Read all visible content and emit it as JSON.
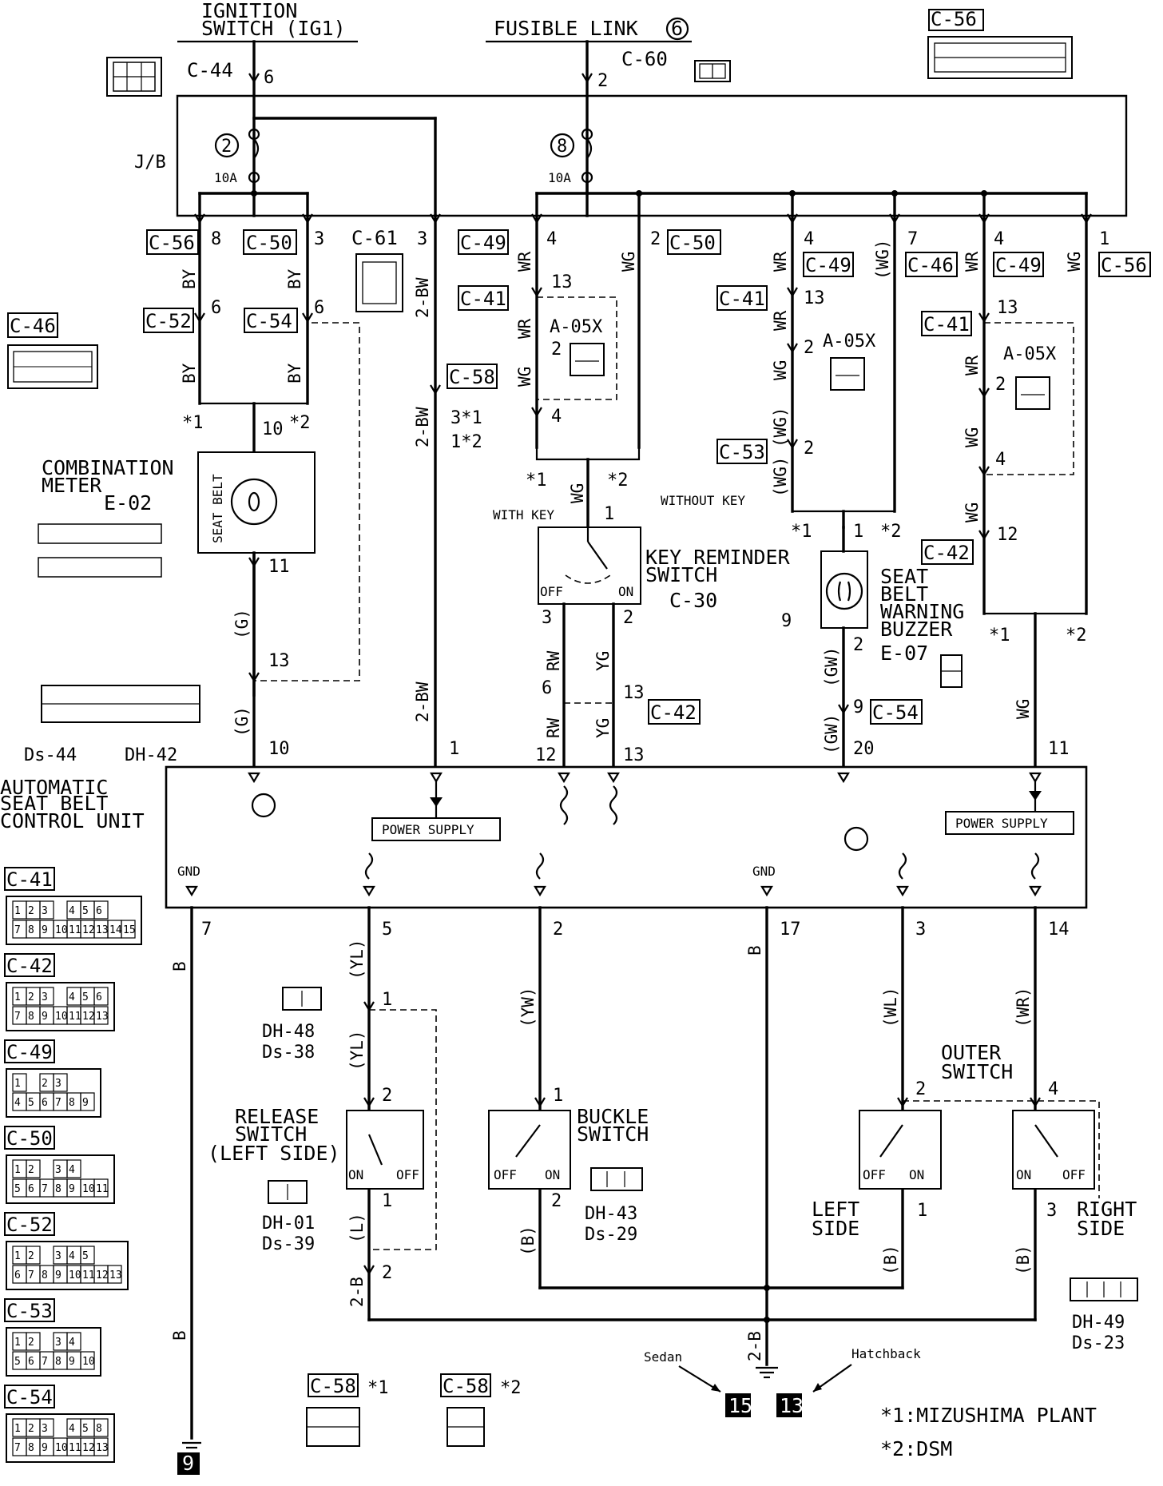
{
  "top": {
    "ignition_title_1": "IGNITION",
    "ignition_title_2": "SWITCH (IG1)",
    "fusible_title": "FUSIBLE LINK",
    "fusible_number": "6",
    "c44": "C-44",
    "c44_pin": "6",
    "c60": "C-60",
    "c60_pin": "2",
    "jb": "J/B",
    "fuse2_no": "2",
    "fuse8_no": "8",
    "fuse_rating": "10A"
  },
  "connectors": {
    "c56_8": "C-56",
    "c56_8_pin": "8",
    "c50_3": "C-50",
    "c50_3_pin": "3",
    "c61": "C-61",
    "c61_pin": "3",
    "c49_4": "C-49",
    "c49_4_pin": "4",
    "c50_2": "C-50",
    "c50_2_pin": "2",
    "c49_mid": "C-49",
    "c49_mid_pin": "4",
    "c46_mid": "C-46",
    "c46_mid_pin": "7",
    "c49_right": "C-49",
    "c49_right_pin": "4",
    "c56_right": "C-56",
    "c56_right_pin": "1",
    "c52": "C-52",
    "c52_pin": "6",
    "c54": "C-54",
    "c54_pin": "6",
    "c41_a": "C-41",
    "c41_a_pin": "13",
    "c41_b": "C-41",
    "c41_b_pin": "13",
    "c41_c": "C-41",
    "c41_c_pin": "13",
    "c58": "C-58",
    "c58_note_1": "3*1",
    "c58_note_2": "1*2",
    "c53": "C-53",
    "c42_mid": "C-42",
    "c42_right": "C-42",
    "c54_buzzer": "C-54"
  },
  "wires": {
    "by": "BY",
    "bw2": "2-BW",
    "wr": "WR",
    "wg": "WG",
    "wg_paren": "(WG)",
    "g_paren": "(G)",
    "rw": "RW",
    "yg": "YG",
    "gw_paren": "(GW)",
    "b": "B",
    "yl_paren": "(YL)",
    "yw_paren": "(YW)",
    "l_paren": "(L)",
    "wl_paren": "(WL)",
    "wr_paren": "(WR)",
    "b_paren": "(B)",
    "b2": "2-B"
  },
  "components": {
    "combination_meter_1": "COMBINATION",
    "combination_meter_2": "METER",
    "combination_meter_code": "E-02",
    "seat_belt_lamp": "SEAT BELT",
    "key_reminder_1": "KEY REMINDER",
    "key_reminder_2": "SWITCH",
    "key_reminder_code": "C-30",
    "with_key": "WITH KEY",
    "without_key": "WITHOUT KEY",
    "off": "OFF",
    "on": "ON",
    "buzzer_1": "SEAT",
    "buzzer_2": "BELT",
    "buzzer_3": "WARNING",
    "buzzer_4": "BUZZER",
    "buzzer_code": "E-07",
    "a05x": "A-05X",
    "control_unit_1": "AUTOMATIC",
    "control_unit_2": "SEAT BELT",
    "control_unit_3": "CONTROL UNIT",
    "power_supply": "POWER SUPPLY",
    "gnd": "GND",
    "release_1": "RELEASE",
    "release_2": "SWITCH",
    "release_3": "(LEFT SIDE)",
    "buckle_1": "BUCKLE",
    "buckle_2": "SWITCH",
    "outer_1": "OUTER",
    "outer_2": "SWITCH",
    "left_side_1": "LEFT",
    "left_side_2": "SIDE",
    "right_side_1": "RIGHT",
    "right_side_2": "SIDE",
    "ds44": "Ds-44",
    "dh42": "DH-42",
    "dh48": "DH-48",
    "ds38": "Ds-38",
    "dh01": "DH-01",
    "ds39": "Ds-39",
    "dh43": "DH-43",
    "ds29": "Ds-29",
    "dh49": "DH-49",
    "ds23": "Ds-23",
    "sedan": "Sedan",
    "hatchback": "Hatchback",
    "ground_15": "15",
    "ground_13": "13",
    "ground_9": "9",
    "legend_1": "*1:MIZUSHIMA PLANT",
    "legend_2": "*2:DSM",
    "star1": "*1",
    "star2": "*2",
    "nine": "9"
  },
  "pins": {
    "p6": "6",
    "p10": "10",
    "p11": "11",
    "p13": "13",
    "p1": "1",
    "p2": "2",
    "p3": "3",
    "p4": "4",
    "p5": "5",
    "p7": "7",
    "p9": "9",
    "p12": "12",
    "p14": "14",
    "p17": "17",
    "p20": "20"
  },
  "sidebar_connectors": [
    {
      "name": "C-41",
      "rows": [
        [
          "1",
          "2",
          "3",
          "",
          "4",
          "5",
          "6"
        ],
        [
          "7",
          "8",
          "9",
          "10",
          "11",
          "12",
          "13",
          "14",
          "15"
        ]
      ]
    },
    {
      "name": "C-42",
      "rows": [
        [
          "1",
          "2",
          "3",
          "",
          "4",
          "5",
          "6"
        ],
        [
          "7",
          "8",
          "9",
          "10",
          "11",
          "12",
          "13"
        ]
      ]
    },
    {
      "name": "C-49",
      "rows": [
        [
          "1",
          "",
          "2",
          "3"
        ],
        [
          "4",
          "5",
          "6",
          "7",
          "8",
          "9"
        ]
      ]
    },
    {
      "name": "C-50",
      "rows": [
        [
          "1",
          "2",
          "",
          "3",
          "4"
        ],
        [
          "5",
          "6",
          "7",
          "8",
          "9",
          "10",
          "11"
        ]
      ]
    },
    {
      "name": "C-52",
      "rows": [
        [
          "1",
          "2",
          "",
          "3",
          "4",
          "5"
        ],
        [
          "6",
          "7",
          "8",
          "9",
          "10",
          "11",
          "12",
          "13"
        ]
      ]
    },
    {
      "name": "C-53",
      "rows": [
        [
          "1",
          "2",
          "",
          "3",
          "4"
        ],
        [
          "5",
          "6",
          "7",
          "8",
          "9",
          "10"
        ]
      ]
    },
    {
      "name": "C-54",
      "rows": [
        [
          "1",
          "2",
          "3",
          "",
          "4",
          "5",
          "8"
        ],
        [
          "7",
          "8",
          "9",
          "10",
          "11",
          "12",
          "13"
        ]
      ]
    }
  ]
}
